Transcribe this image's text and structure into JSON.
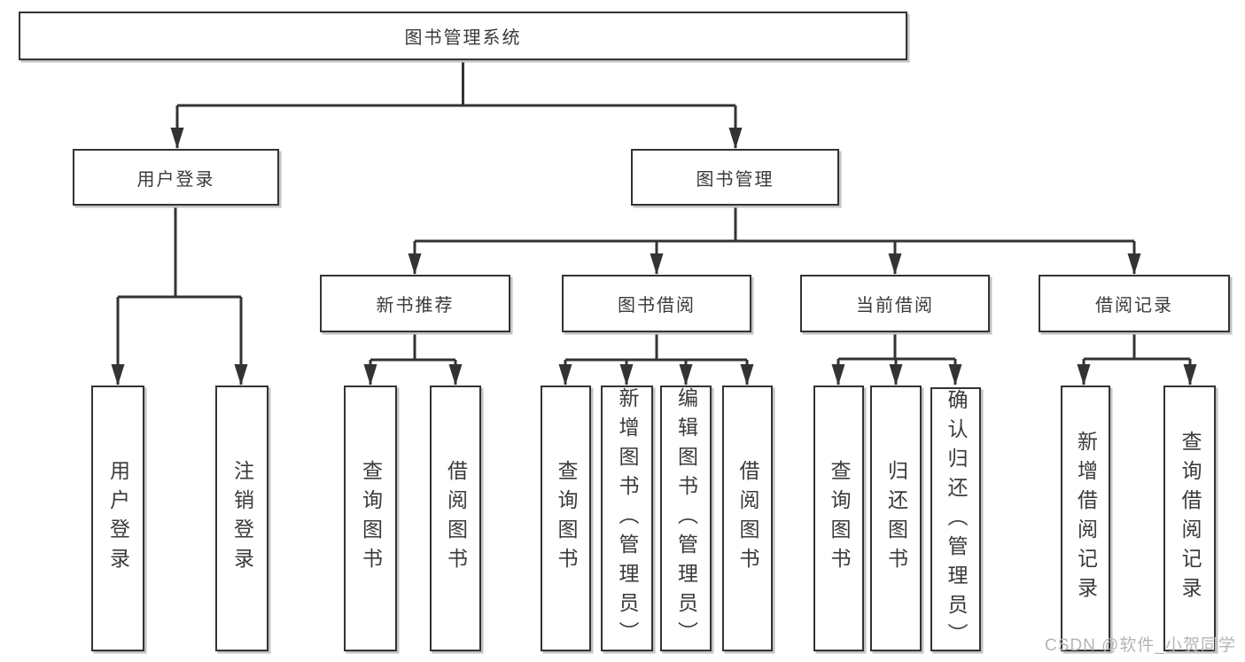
{
  "diagram": {
    "title": "图书管理系统",
    "root": {
      "label": "图书管理系统"
    },
    "level1": [
      {
        "label": "用户登录"
      },
      {
        "label": "图书管理"
      }
    ],
    "level2": [
      {
        "label": "新书推荐"
      },
      {
        "label": "图书借阅"
      },
      {
        "label": "当前借阅"
      },
      {
        "label": "借阅记录"
      }
    ],
    "leaves": {
      "user_login": [
        {
          "label": "用户登录"
        },
        {
          "label": "注销登录"
        }
      ],
      "new_book_recommend": [
        {
          "label": "查询图书"
        },
        {
          "label": "借阅图书"
        }
      ],
      "book_borrow": [
        {
          "label": "查询图书"
        },
        {
          "label": "新增图书（管理员）"
        },
        {
          "label": "编辑图书（管理员）"
        },
        {
          "label": "借阅图书"
        }
      ],
      "current_borrow": [
        {
          "label": "查询图书"
        },
        {
          "label": "归还图书"
        },
        {
          "label": "确认归还（管理员）"
        }
      ],
      "borrow_records": [
        {
          "label": "新增借阅记录"
        },
        {
          "label": "查询借阅记录"
        }
      ]
    }
  },
  "watermark": {
    "text": "CSDN @软件_小贺同学"
  },
  "colors": {
    "line": "#333333",
    "box_border": "#333333",
    "text": "#3a3a3a",
    "watermark": "#b5b5b5",
    "background": "#ffffff"
  }
}
